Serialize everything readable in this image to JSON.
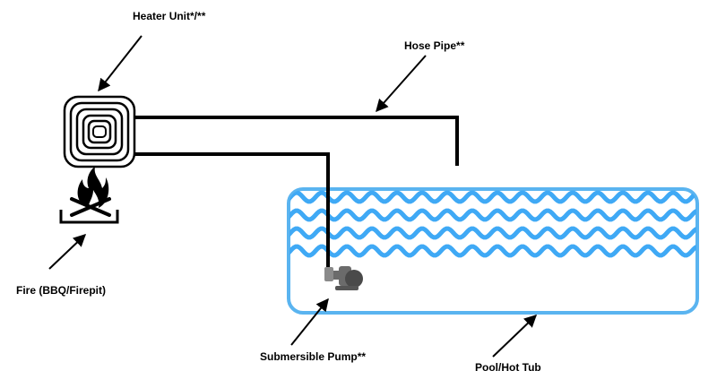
{
  "labels": {
    "heater_unit": "Heater Unit*/**",
    "hose_pipe": "Hose Pipe**",
    "fire": "Fire (BBQ/Firepit)",
    "submersible_pump": "Submersible Pump**",
    "pool_hot_tub": "Pool/Hot Tub"
  },
  "colors": {
    "line": "#000000",
    "water": "#3fa9f5",
    "pool_border": "#5ab4f0",
    "pump": "#6b6b6b"
  },
  "icons": {
    "heater": "heater-coil-icon",
    "fire": "fire-icon",
    "pump": "pump-icon"
  }
}
